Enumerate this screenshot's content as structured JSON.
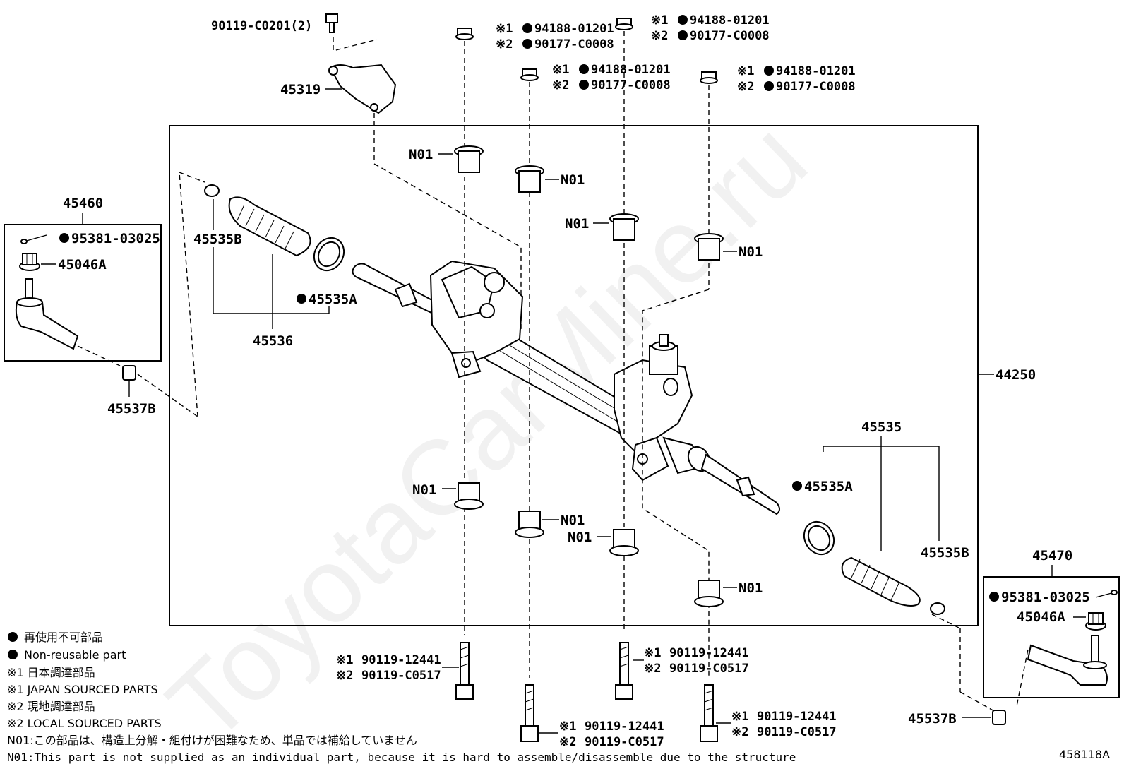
{
  "watermark": "ToyotaCarMine.ru",
  "diagram_id": "458118A",
  "assembly": "44250",
  "left_tie_rod_group": {
    "number": "45460",
    "cotter": "95381-03025",
    "nut": "45046A",
    "plug": "45537B"
  },
  "right_tie_rod_group": {
    "number": "45470",
    "cotter": "95381-03025",
    "nut": "45046A",
    "plug": "45537B"
  },
  "left_boot_group": {
    "number": "45536",
    "clip": "45535B",
    "clamp": "45535A"
  },
  "right_boot_group": {
    "number": "45535",
    "clamp": "45535A",
    "clip": "45535B"
  },
  "insulator_cover": {
    "number": "45319",
    "bolt": "90119-C0201(2)"
  },
  "mount_nuts": [
    {
      "j": "※1",
      "jp": "94188-01201",
      "lp": "※2",
      "local": "90177-C0008"
    },
    {
      "j": "※1",
      "jp": "94188-01201",
      "lp": "※2",
      "local": "90177-C0008"
    },
    {
      "j": "※1",
      "jp": "94188-01201",
      "lp": "※2",
      "local": "90177-C0008"
    },
    {
      "j": "※1",
      "jp": "94188-01201",
      "lp": "※2",
      "local": "90177-C0008"
    }
  ],
  "mount_bolts": [
    {
      "j": "※1",
      "jp": "90119-12441",
      "lp": "※2",
      "local": "90119-C0517"
    },
    {
      "j": "※1",
      "jp": "90119-12441",
      "lp": "※2",
      "local": "90119-C0517"
    },
    {
      "j": "※1",
      "jp": "90119-12441",
      "lp": "※2",
      "local": "90119-C0517"
    },
    {
      "j": "※1",
      "jp": "90119-12441",
      "lp": "※2",
      "local": "90119-C0517"
    }
  ],
  "bushing_label": "N01",
  "legend": {
    "nonreuse_jp": "再使用不可部品",
    "nonreuse_en": "Non-reusable part",
    "jp_sourced_jp": "※1 日本調達部品",
    "jp_sourced_en": "※1 JAPAN SOURCED PARTS",
    "local_sourced_jp": "※2 現地調達部品",
    "local_sourced_en": "※2 LOCAL SOURCED PARTS",
    "n01_jp": "N01:この部品は、構造上分解・組付けが困難なため、単品では補給していません",
    "n01_en": "N01:This part is not supplied as an individual part, because it is hard to assemble/disassemble due to the structure"
  }
}
